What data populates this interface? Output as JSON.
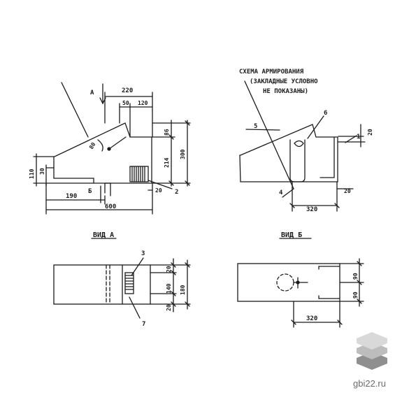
{
  "drawing": {
    "left_view": {
      "arrow_a": "А",
      "arrow_b": "Б",
      "dim_220": "220",
      "dim_50": "50",
      "dim_120": "120",
      "dim_86": "86",
      "dim_214": "214",
      "dim_300": "300",
      "dim_110": "110",
      "dim_30": "30",
      "dim_190": "190",
      "dim_600": "600",
      "dim_20": "20",
      "dim_angle": "80",
      "callout_2": "2"
    },
    "right_view": {
      "title_line1": "СХЕМА АРМИРОВАНИЯ",
      "title_line2": "(ЗАКЛАДНЫЕ УСЛОВНО",
      "title_line3": "НЕ ПОКАЗАНЫ)",
      "callout_5": "5",
      "callout_6": "6",
      "callout_1": "1",
      "callout_4": "4",
      "dim_20_top": "20",
      "dim_20_bottom": "20",
      "dim_320": "320"
    },
    "view_a": {
      "title": "ВИД А",
      "callout_3": "3",
      "callout_7": "7",
      "dim_20_top": "20",
      "dim_140": "140",
      "dim_180": "180",
      "dim_20_bottom": "20"
    },
    "view_b": {
      "title": "ВИД Б",
      "dim_90_top": "90",
      "dim_90_bottom": "90",
      "dim_320": "320"
    }
  },
  "watermark": {
    "text": "gbi22.ru",
    "colors": {
      "top": "#d9d9d9",
      "middle": "#bdbdbd",
      "bottom": "#8f8f8f"
    }
  }
}
